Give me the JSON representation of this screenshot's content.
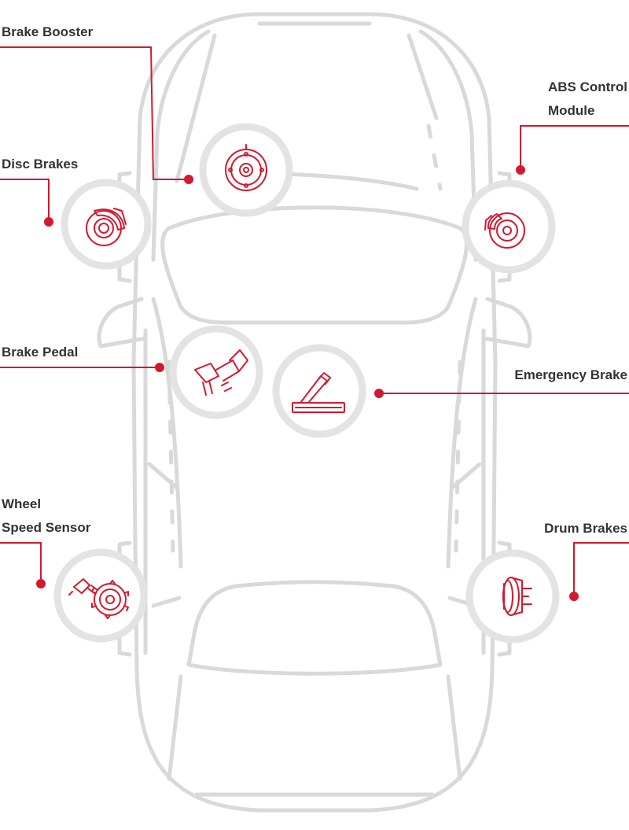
{
  "colors": {
    "accent": "#d3192e",
    "car_outline": "#d9d9d9",
    "circle_ring": "#e3e3e3",
    "text": "#333333"
  },
  "components": {
    "brake_booster": {
      "label": "Brake Booster",
      "icon": "brake-booster-icon"
    },
    "abs_control_module": {
      "label_line1": "ABS Control",
      "label_line2": "Module",
      "icon": "abs-caliper-disc-icon"
    },
    "disc_brakes": {
      "label": "Disc Brakes",
      "icon": "disc-brake-icon"
    },
    "brake_pedal": {
      "label": "Brake Pedal",
      "icon": "brake-pedal-icon"
    },
    "emergency_brake": {
      "label": "Emergency Brake",
      "icon": "hand-brake-icon"
    },
    "wheel_speed_sensor": {
      "label_line1": "Wheel",
      "label_line2": "Speed Sensor",
      "icon": "wheel-speed-sensor-icon"
    },
    "drum_brakes": {
      "label": "Drum Brakes",
      "icon": "drum-brake-icon"
    }
  }
}
